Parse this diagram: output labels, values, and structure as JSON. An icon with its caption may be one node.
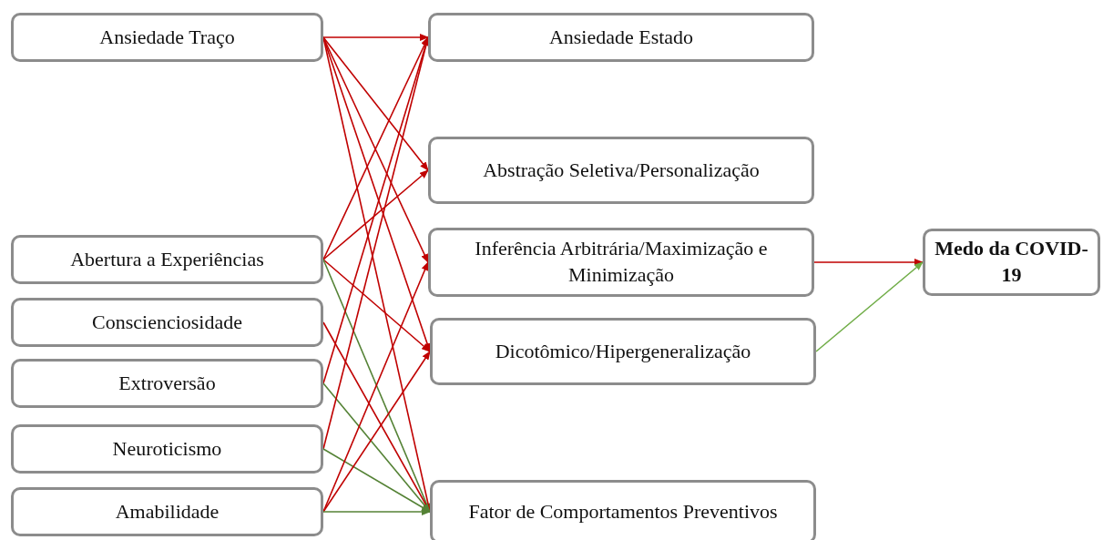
{
  "diagram": {
    "nodes": [
      {
        "text": [
          "Ansiedade Traço"
        ]
      },
      {
        "text": [
          "Abertura a Experiências"
        ]
      },
      {
        "text": [
          "Conscienciosidade"
        ]
      },
      {
        "text": [
          "Extroversão"
        ]
      },
      {
        "text": [
          "Neuroticismo"
        ]
      },
      {
        "text": [
          "Amabilidade"
        ]
      },
      {
        "text": [
          "Ansiedade Estado"
        ]
      },
      {
        "text": [
          "Abstração Seletiva/Personalização"
        ]
      },
      {
        "text": [
          "Inferência Arbitrária/Maximização e Minimização"
        ]
      },
      {
        "text": [
          "Dicotômico/Hipergeneralização"
        ]
      },
      {
        "text": [
          "Fator de Comportamentos Preventivos"
        ]
      },
      {
        "text": [
          "Medo da COVID-19"
        ]
      }
    ],
    "edges": [
      {
        "from": 0,
        "to": 6,
        "arrow": "to"
      },
      {
        "from": 0,
        "to": 7,
        "arrow": "to"
      },
      {
        "from": 0,
        "to": 8,
        "arrow": "to"
      },
      {
        "from": 0,
        "to": 9,
        "arrow": "to"
      },
      {
        "from": 0,
        "to": 10,
        "arrow": "to"
      },
      {
        "from": 1,
        "to": 6,
        "arrow": "to"
      },
      {
        "from": 1,
        "to": 7,
        "arrow": "to"
      },
      {
        "from": 1,
        "to": 9,
        "arrow": "to"
      },
      {
        "from": 1,
        "to": 10,
        "arrow": "to",
        "color": "#548235"
      },
      {
        "from": 2,
        "to": 10,
        "arrow": "to"
      },
      {
        "from": 3,
        "to": 6,
        "arrow": "to"
      },
      {
        "from": 3,
        "to": 10,
        "arrow": "to",
        "color": "#548235"
      },
      {
        "from": 4,
        "to": 6,
        "arrow": "to"
      },
      {
        "from": 4,
        "to": 10,
        "arrow": "to",
        "color": "#548235"
      },
      {
        "from": 5,
        "to": 8,
        "arrow": "to"
      },
      {
        "from": 5,
        "to": 9,
        "arrow": "to"
      },
      {
        "from": 5,
        "to": 10,
        "arrow": "to",
        "color": "#548235"
      },
      {
        "from": 8,
        "to": 11,
        "arrow": "to"
      },
      {
        "from": 9,
        "to": 11,
        "arrow": "to",
        "color": "#70ad47"
      }
    ]
  }
}
